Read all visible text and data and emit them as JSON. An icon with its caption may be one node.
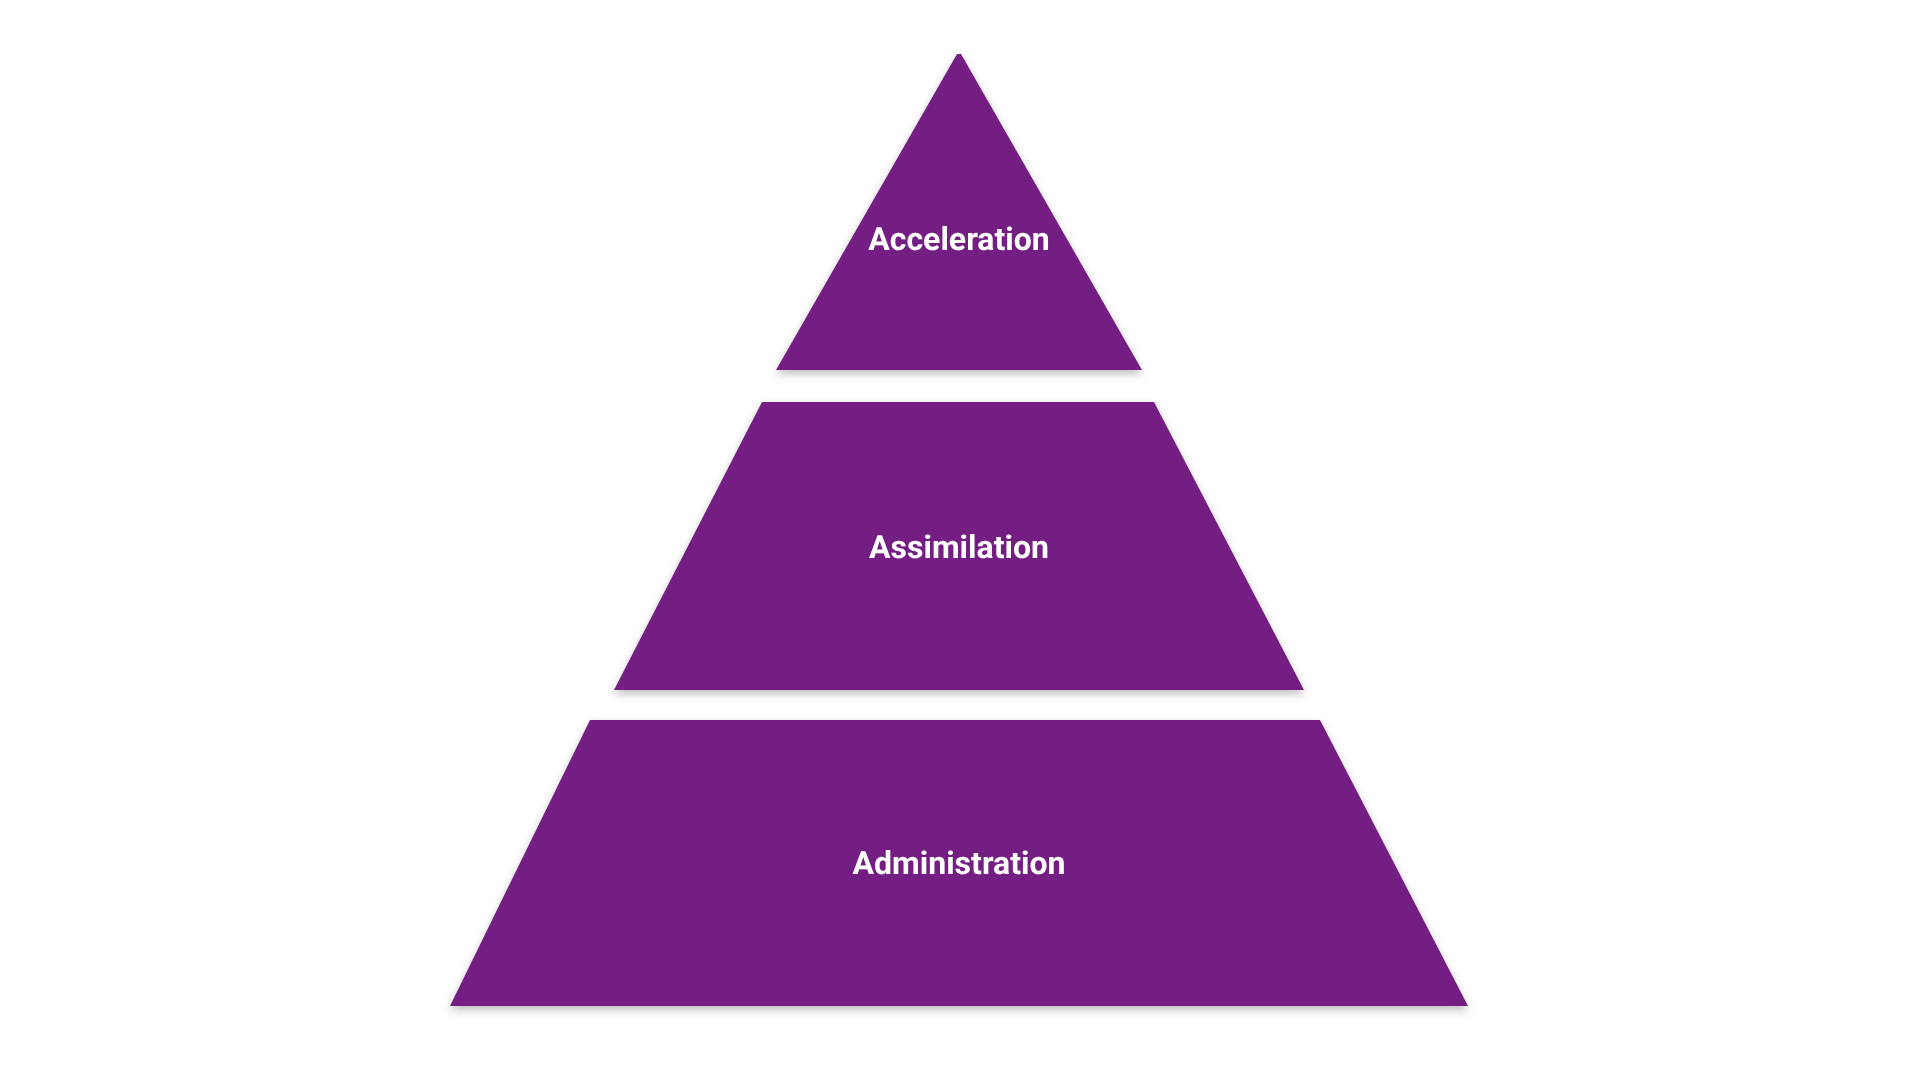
{
  "diagram": {
    "nodes": [
      {
        "text": [
          "Acceleration"
        ]
      },
      {
        "text": [
          "Assimilation"
        ]
      },
      {
        "text": [
          "Administration"
        ]
      }
    ]
  }
}
